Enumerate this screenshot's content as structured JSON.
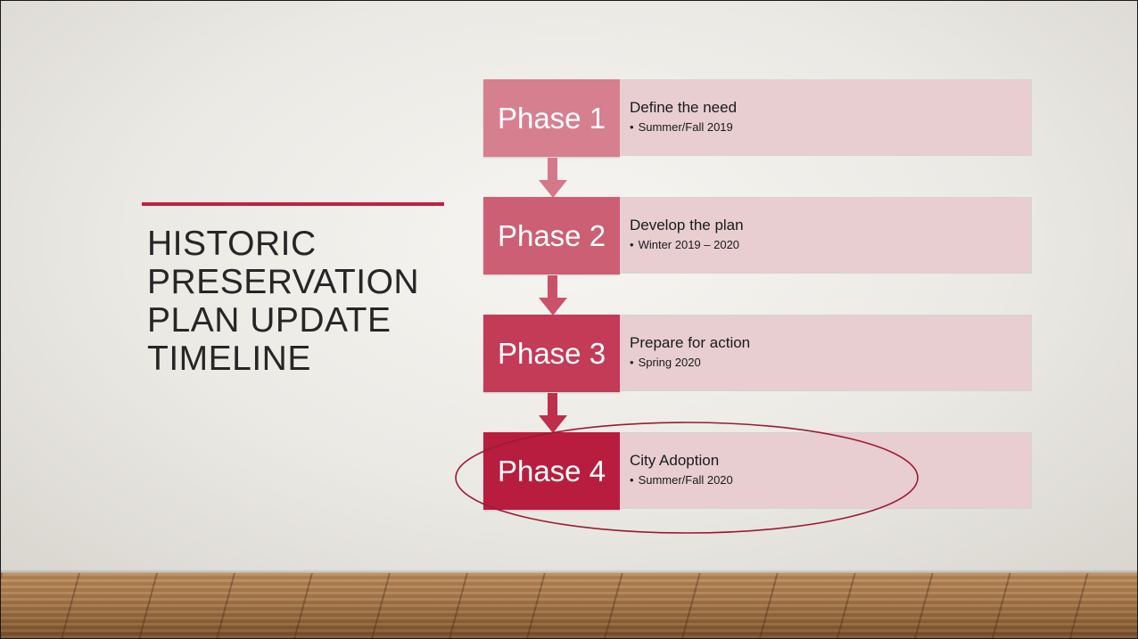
{
  "slide": {
    "title_lines": [
      "HISTORIC",
      "PRESERVATION",
      "PLAN UPDATE",
      "TIMELINE"
    ],
    "accent_color": "#c0213f"
  },
  "phases": [
    {
      "label": "Phase 1",
      "heading": "Define the need",
      "bullet": "Summer/Fall 2019",
      "color": "#d6808f"
    },
    {
      "label": "Phase 2",
      "heading": "Develop the plan",
      "bullet": "Winter 2019 – 2020",
      "color": "#cc5f74"
    },
    {
      "label": "Phase 3",
      "heading": "Prepare for action",
      "bullet": "Spring 2020",
      "color": "#c43b57"
    },
    {
      "label": "Phase 4",
      "heading": "City Adoption",
      "bullet": "Summer/Fall 2020",
      "color": "#b81d3f"
    }
  ],
  "arrow_colors": [
    "#d5788a",
    "#c95268",
    "#bd2f4c"
  ],
  "highlight": {
    "target_phase": "Phase 4",
    "shape": "ellipse-outline",
    "color": "#9a1b33"
  },
  "bullet_glyph": "•"
}
